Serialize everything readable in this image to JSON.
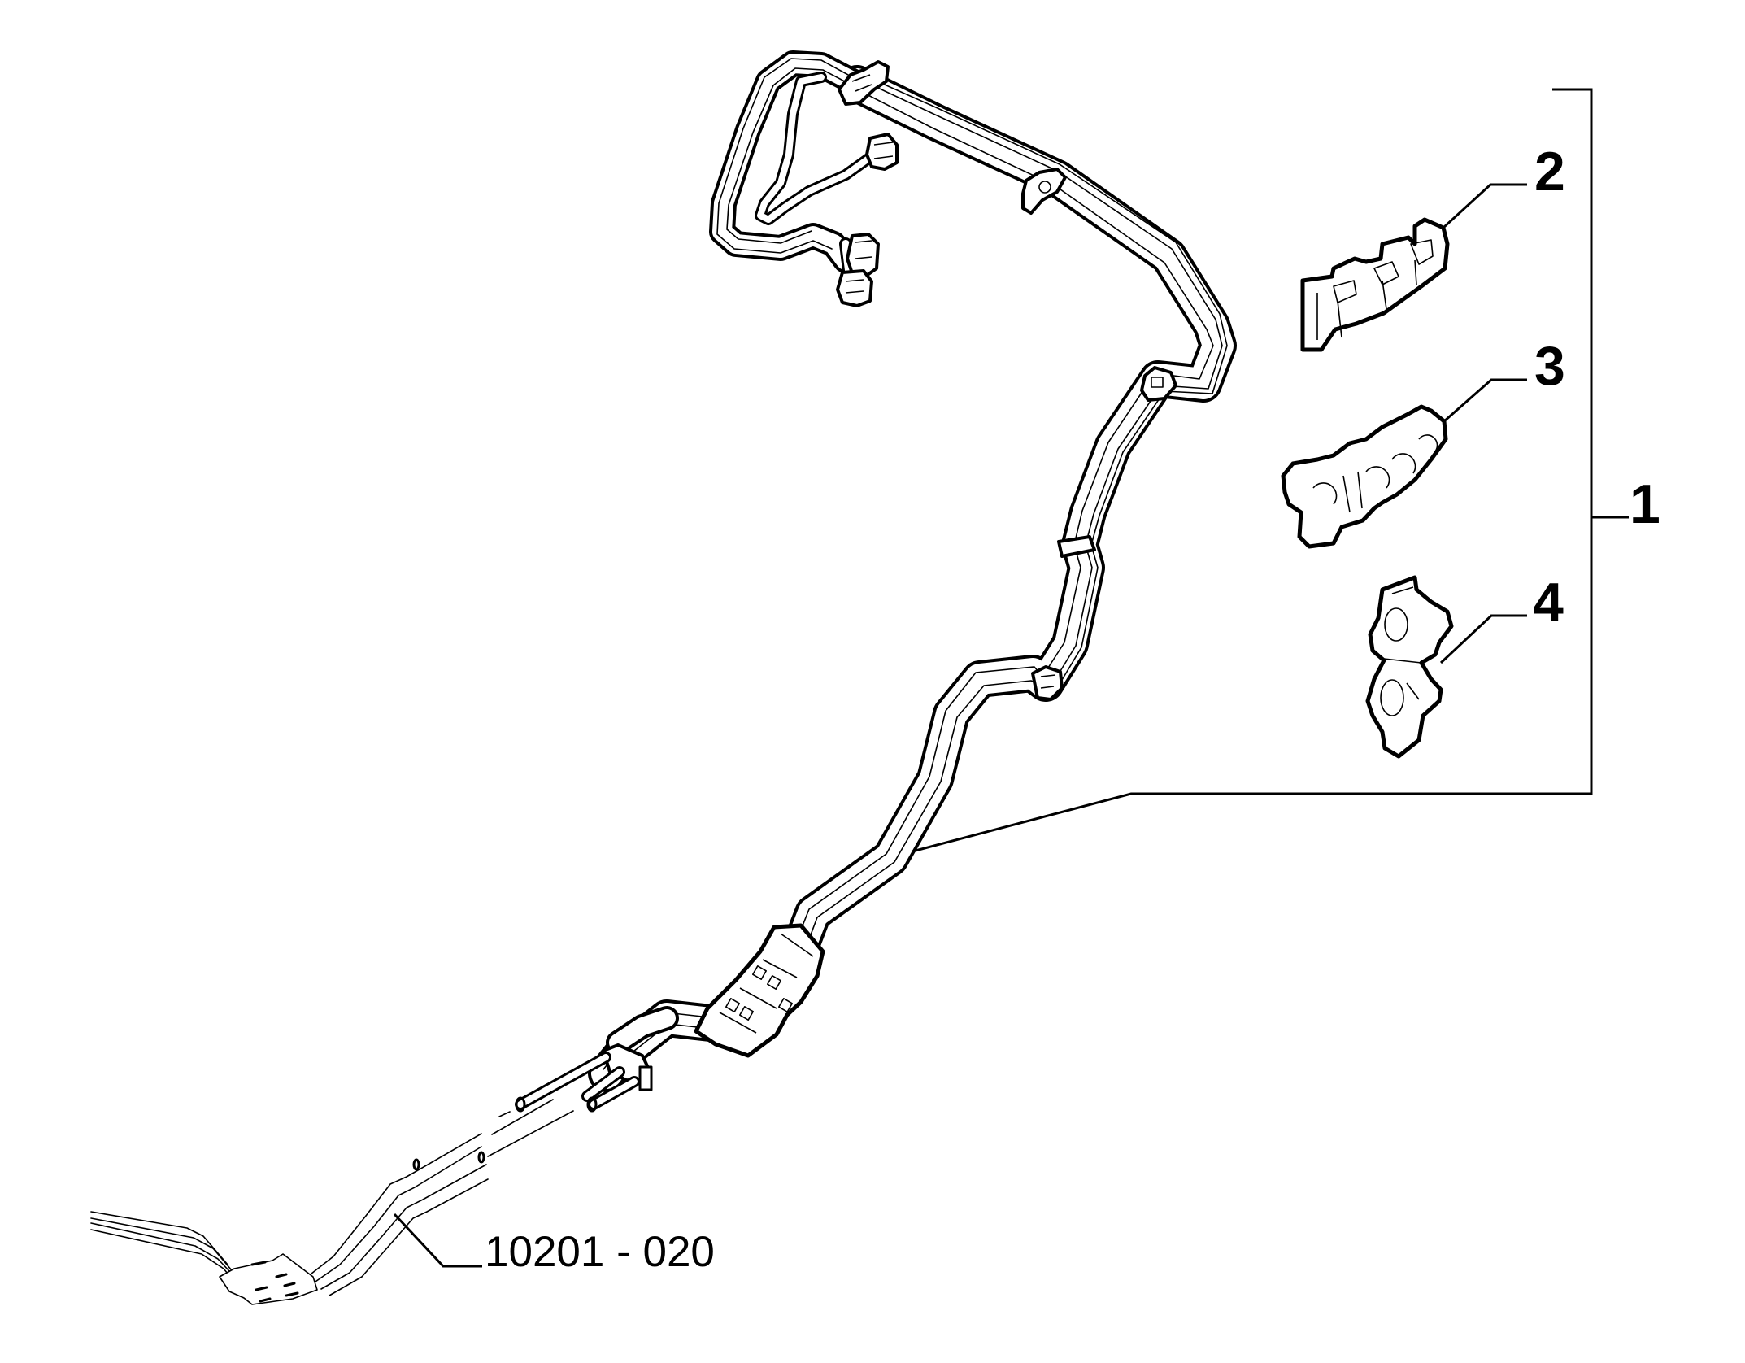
{
  "diagram": {
    "type": "exploded-parts-diagram",
    "subject": "fuel/brake line harness with retaining clips",
    "background_color": "#ffffff",
    "line_color": "#000000"
  },
  "callouts": [
    {
      "id": "1",
      "label": "1",
      "describes": "harness assembly bracket (groups parts 2, 3, 4 and main line)"
    },
    {
      "id": "2",
      "label": "2",
      "describes": "triple pipe clip"
    },
    {
      "id": "3",
      "label": "3",
      "describes": "four-way pipe clip"
    },
    {
      "id": "4",
      "label": "4",
      "describes": "double stacked pipe clip"
    }
  ],
  "reference": {
    "label": "10201 - 020",
    "describes": "connecting line reference group"
  }
}
